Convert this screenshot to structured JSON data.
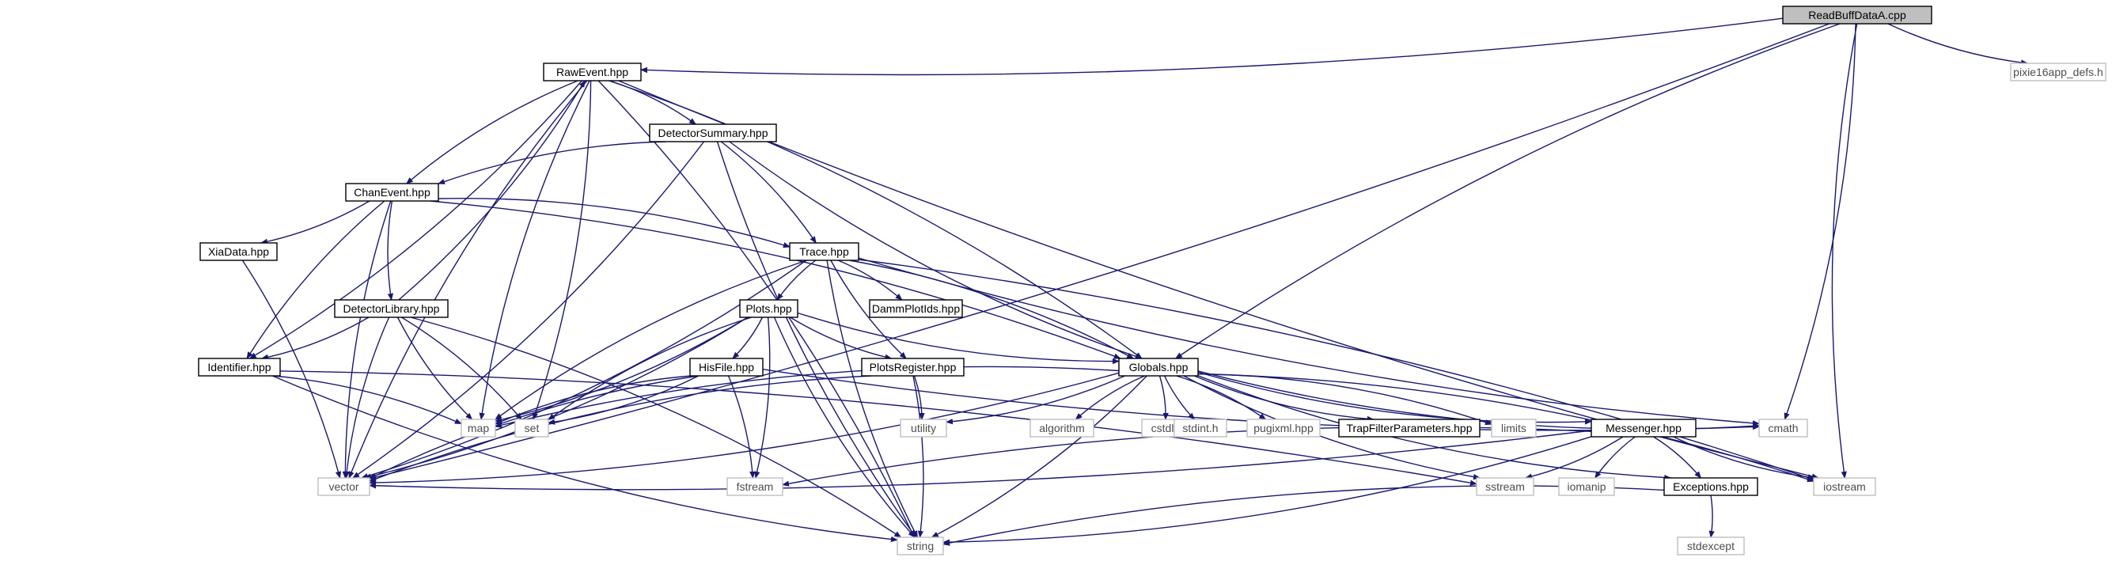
{
  "diagram": {
    "type": "include-dependency-graph",
    "colors": {
      "edge": "#191970",
      "root_fill": "#bfbfbf",
      "internal_border": "#000000",
      "external_border": "#bfbfbf",
      "external_text": "#4d4d4d"
    },
    "nodes": [
      {
        "id": "readbuff",
        "label": "ReadBuffDataA.cpp",
        "kind": "root"
      },
      {
        "id": "rawevent",
        "label": "RawEvent.hpp",
        "kind": "internal"
      },
      {
        "id": "pixie16",
        "label": "pixie16app_defs.h",
        "kind": "external"
      },
      {
        "id": "detsummary",
        "label": "DetectorSummary.hpp",
        "kind": "internal"
      },
      {
        "id": "chanevent",
        "label": "ChanEvent.hpp",
        "kind": "internal"
      },
      {
        "id": "trace",
        "label": "Trace.hpp",
        "kind": "internal"
      },
      {
        "id": "xiadata",
        "label": "XiaData.hpp",
        "kind": "internal"
      },
      {
        "id": "dammplotids",
        "label": "DammPlotIds.hpp",
        "kind": "internal"
      },
      {
        "id": "detlib",
        "label": "DetectorLibrary.hpp",
        "kind": "internal"
      },
      {
        "id": "plots",
        "label": "Plots.hpp",
        "kind": "internal"
      },
      {
        "id": "identifier",
        "label": "Identifier.hpp",
        "kind": "internal"
      },
      {
        "id": "hisfile",
        "label": "HisFile.hpp",
        "kind": "internal"
      },
      {
        "id": "plotsregister",
        "label": "PlotsRegister.hpp",
        "kind": "internal"
      },
      {
        "id": "globals",
        "label": "Globals.hpp",
        "kind": "internal"
      },
      {
        "id": "map",
        "label": "map",
        "kind": "external"
      },
      {
        "id": "set",
        "label": "set",
        "kind": "external"
      },
      {
        "id": "utility",
        "label": "utility",
        "kind": "external"
      },
      {
        "id": "algorithm",
        "label": "algorithm",
        "kind": "external"
      },
      {
        "id": "cstdlib",
        "label": "cstdlib",
        "kind": "external"
      },
      {
        "id": "stdinth",
        "label": "stdint.h",
        "kind": "external"
      },
      {
        "id": "pugixml",
        "label": "pugixml.hpp",
        "kind": "external"
      },
      {
        "id": "trapfilter",
        "label": "TrapFilterParameters.hpp",
        "kind": "internal"
      },
      {
        "id": "limits",
        "label": "limits",
        "kind": "external"
      },
      {
        "id": "messenger",
        "label": "Messenger.hpp",
        "kind": "internal"
      },
      {
        "id": "cmath",
        "label": "cmath",
        "kind": "external"
      },
      {
        "id": "vector",
        "label": "vector",
        "kind": "external"
      },
      {
        "id": "fstream",
        "label": "fstream",
        "kind": "external"
      },
      {
        "id": "sstream",
        "label": "sstream",
        "kind": "external"
      },
      {
        "id": "iomanip",
        "label": "iomanip",
        "kind": "external"
      },
      {
        "id": "exceptions",
        "label": "Exceptions.hpp",
        "kind": "internal"
      },
      {
        "id": "iostream",
        "label": "iostream",
        "kind": "external"
      },
      {
        "id": "string",
        "label": "string",
        "kind": "external"
      },
      {
        "id": "stdexcept",
        "label": "stdexcept",
        "kind": "external"
      }
    ],
    "edges": [
      [
        "readbuff",
        "rawevent"
      ],
      [
        "readbuff",
        "pixie16"
      ],
      [
        "readbuff",
        "vector"
      ],
      [
        "readbuff",
        "globals"
      ],
      [
        "readbuff",
        "cmath"
      ],
      [
        "readbuff",
        "iostream"
      ],
      [
        "rawevent",
        "detsummary"
      ],
      [
        "rawevent",
        "chanevent"
      ],
      [
        "rawevent",
        "identifier"
      ],
      [
        "rawevent",
        "map"
      ],
      [
        "rawevent",
        "set"
      ],
      [
        "rawevent",
        "vector"
      ],
      [
        "rawevent",
        "globals"
      ],
      [
        "rawevent",
        "iostream"
      ],
      [
        "rawevent",
        "string"
      ],
      [
        "detsummary",
        "chanevent"
      ],
      [
        "detsummary",
        "trace"
      ],
      [
        "detsummary",
        "globals"
      ],
      [
        "detsummary",
        "vector"
      ],
      [
        "detsummary",
        "string"
      ],
      [
        "chanevent",
        "xiadata"
      ],
      [
        "chanevent",
        "detlib"
      ],
      [
        "chanevent",
        "trace"
      ],
      [
        "chanevent",
        "identifier"
      ],
      [
        "chanevent",
        "globals"
      ],
      [
        "chanevent",
        "vector"
      ],
      [
        "xiadata",
        "vector"
      ],
      [
        "detlib",
        "rawevent"
      ],
      [
        "detlib",
        "identifier"
      ],
      [
        "detlib",
        "map"
      ],
      [
        "detlib",
        "set"
      ],
      [
        "detlib",
        "vector"
      ],
      [
        "detlib",
        "string"
      ],
      [
        "trace",
        "plots"
      ],
      [
        "trace",
        "dammplotids"
      ],
      [
        "trace",
        "plotsregister"
      ],
      [
        "trace",
        "globals"
      ],
      [
        "trace",
        "map"
      ],
      [
        "trace",
        "vector"
      ],
      [
        "trace",
        "string"
      ],
      [
        "trace",
        "iostream"
      ],
      [
        "trace",
        "cmath"
      ],
      [
        "plots",
        "hisfile"
      ],
      [
        "plots",
        "plotsregister"
      ],
      [
        "plots",
        "map"
      ],
      [
        "plots",
        "set"
      ],
      [
        "plots",
        "fstream"
      ],
      [
        "plots",
        "string"
      ],
      [
        "plots",
        "vector"
      ],
      [
        "plots",
        "globals"
      ],
      [
        "identifier",
        "map"
      ],
      [
        "identifier",
        "string"
      ],
      [
        "identifier",
        "sstream"
      ],
      [
        "hisfile",
        "map"
      ],
      [
        "hisfile",
        "set"
      ],
      [
        "hisfile",
        "vector"
      ],
      [
        "hisfile",
        "fstream"
      ],
      [
        "hisfile",
        "cmath"
      ],
      [
        "plotsregister",
        "utility"
      ],
      [
        "plotsregister",
        "vector"
      ],
      [
        "plotsregister",
        "string"
      ],
      [
        "globals",
        "map"
      ],
      [
        "globals",
        "utility"
      ],
      [
        "globals",
        "algorithm"
      ],
      [
        "globals",
        "cstdlib"
      ],
      [
        "globals",
        "stdinth"
      ],
      [
        "globals",
        "pugixml"
      ],
      [
        "globals",
        "trapfilter"
      ],
      [
        "globals",
        "limits"
      ],
      [
        "globals",
        "messenger"
      ],
      [
        "globals",
        "vector"
      ],
      [
        "globals",
        "sstream"
      ],
      [
        "globals",
        "string"
      ],
      [
        "globals",
        "exceptions"
      ],
      [
        "globals",
        "iostream"
      ],
      [
        "globals",
        "cmath"
      ],
      [
        "messenger",
        "vector"
      ],
      [
        "messenger",
        "fstream"
      ],
      [
        "messenger",
        "sstream"
      ],
      [
        "messenger",
        "iomanip"
      ],
      [
        "messenger",
        "exceptions"
      ],
      [
        "messenger",
        "iostream"
      ],
      [
        "messenger",
        "string"
      ],
      [
        "exceptions",
        "string"
      ],
      [
        "exceptions",
        "stdexcept"
      ]
    ]
  }
}
